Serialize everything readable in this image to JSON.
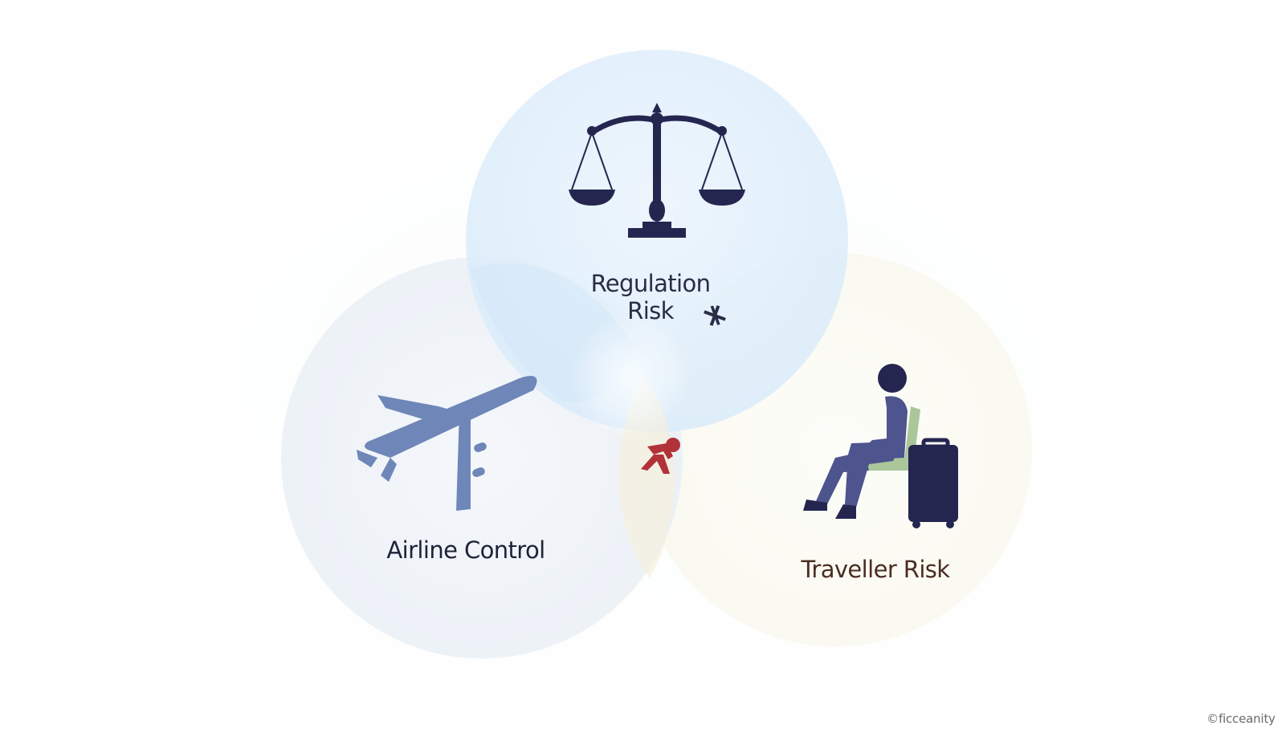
{
  "diagram": {
    "type": "venn",
    "sets": [
      {
        "id": "regulation",
        "label_lines": [
          "Regulation",
          "Risk"
        ],
        "icon": "scales-of-justice-icon",
        "fill": "#dfeefb"
      },
      {
        "id": "airline",
        "label": "Airline Control",
        "icon": "airplane-icon",
        "fill": "#eef2f7"
      },
      {
        "id": "traveller",
        "label": "Traveller Risk",
        "icon": "seated-traveller-with-luggage-icon",
        "fill": "#fbfaf1"
      }
    ],
    "center_icon": "falling-person-icon",
    "accent_icon": "asterisk-plane-icon",
    "colors": {
      "icon_dark": "#252650",
      "airplane": "#6f86b8",
      "traveller_body": "#4d548e",
      "seat": "#a9c79b",
      "center_figure": "#b2323a"
    }
  },
  "watermark": "©ficceanity"
}
